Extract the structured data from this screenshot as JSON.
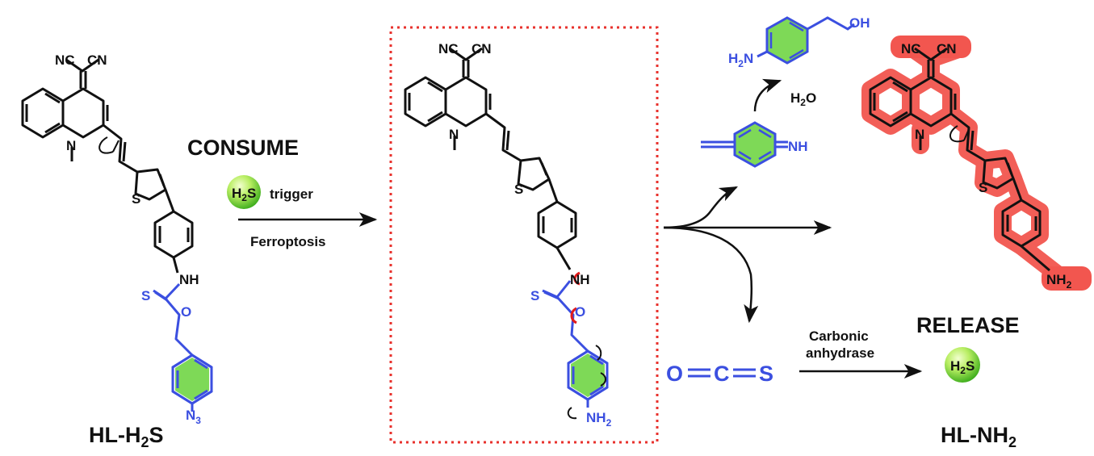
{
  "labels": {
    "consume": "CONSUME",
    "trigger": "trigger",
    "ferroptosis": "Ferroptosis",
    "release": "RELEASE",
    "carbonic_1": "Carbonic",
    "carbonic_2": "anhydrase",
    "water_h": "H",
    "water_2": "2",
    "water_o": "O",
    "probe_name_a": "HL-H",
    "probe_name_sub": "2",
    "probe_name_b": "S",
    "product_name_a": "HL-NH",
    "product_name_sub": "2"
  },
  "badges": {
    "h2s_main": "H",
    "h2s_sub": "2",
    "h2s_s": "S"
  },
  "atoms": {
    "nc": "NC",
    "cn": "CN",
    "n": "N",
    "s": "S",
    "nh": "NH",
    "o": "O",
    "n3_n": "N",
    "n3_sub": "3",
    "nh2_nh": "NH",
    "nh2_sub": "2",
    "oh": "OH",
    "h2n_h": "H",
    "h2n_sub": "2",
    "h2n_n": "N",
    "imine_nh": "NH",
    "cos_o": "O",
    "cos_c": "C",
    "cos_s": "S"
  },
  "colors": {
    "black": "#111111",
    "blue": "#3b4fe0",
    "ring_green": "#7ed957",
    "highlight_red": "#f2564f",
    "dotted_box": "#e8322d",
    "arrow_red": "#e11b1b",
    "ball_light": "#d9f9a0",
    "ball_dark": "#3fae1d"
  }
}
